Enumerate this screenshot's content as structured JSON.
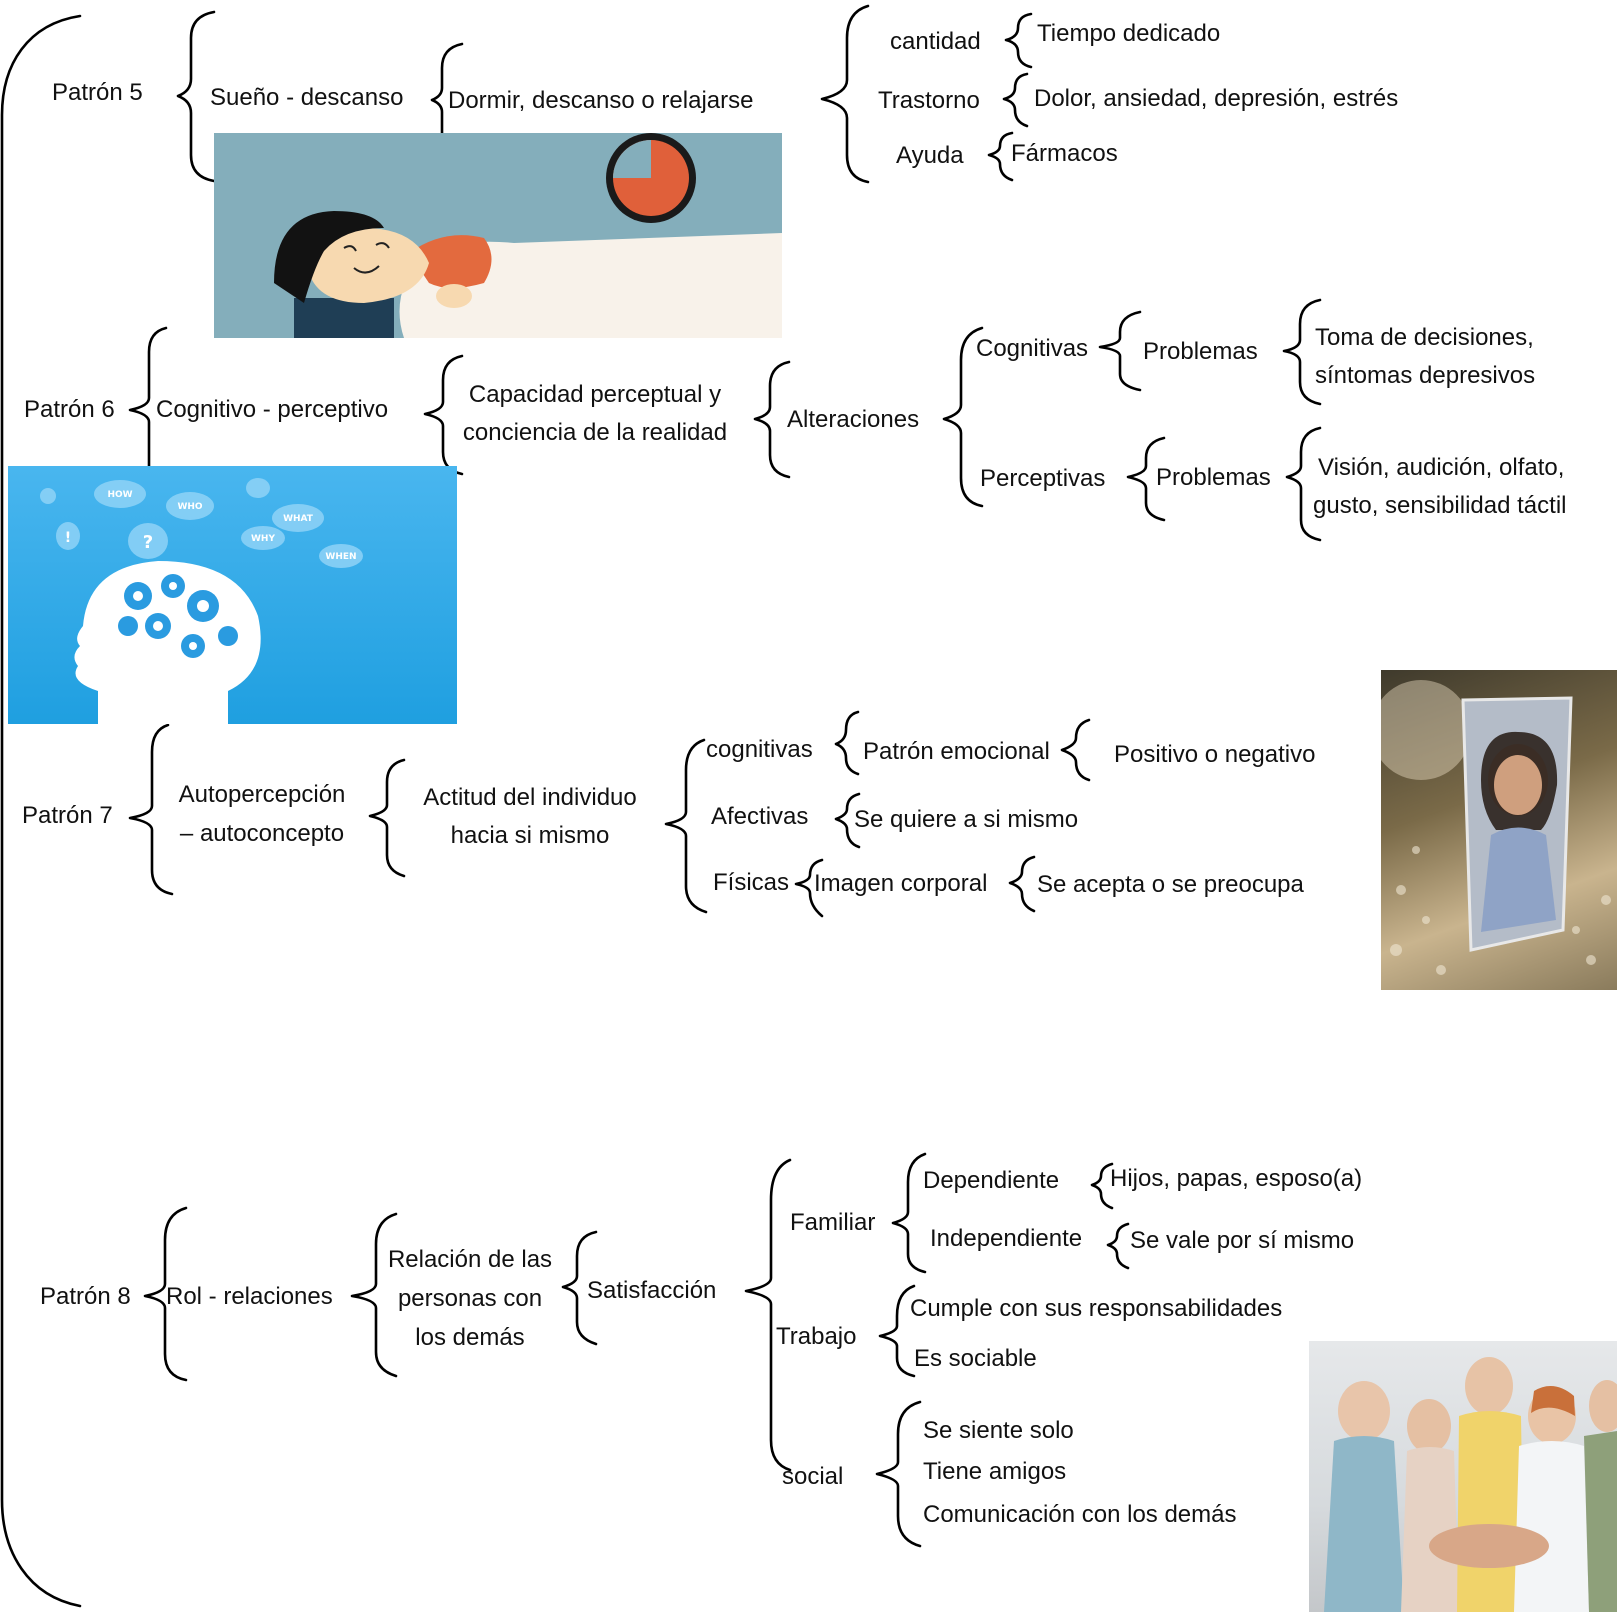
{
  "p5": {
    "label": "Patrón 5",
    "name": "Sueño - descanso",
    "desc": "Dormir, descanso o relajarse",
    "items": [
      {
        "key": "cantidad",
        "value": "Tiempo dedicado"
      },
      {
        "key": "Trastorno",
        "value": "Dolor, ansiedad, depresión, estrés"
      },
      {
        "key": "Ayuda",
        "value": "Fármacos"
      }
    ]
  },
  "p6": {
    "label": "Patrón 6",
    "name": "Cognitivo - perceptivo",
    "desc1": "Capacidad perceptual y",
    "desc2": "conciencia de la realidad",
    "alt": "Alteraciones",
    "cog": "Cognitivas",
    "cog_prob": "Problemas",
    "cog_det1": "Toma de decisiones,",
    "cog_det2": "síntomas depresivos",
    "per": "Perceptivas",
    "per_prob": "Problemas",
    "per_det1": "Visión, audición, olfato,",
    "per_det2": "gusto, sensibilidad táctil",
    "bubbles": [
      "HOW",
      "WHO",
      "WHAT",
      "WHY",
      "WHEN",
      "?",
      "!"
    ]
  },
  "p7": {
    "label": "Patrón 7",
    "name1": "Autopercepción",
    "name2": "– autoconcepto",
    "desc1": "Actitud del individuo",
    "desc2": "hacia si mismo",
    "cog": "cognitivas",
    "cog_sub": "Patrón emocional",
    "cog_det": "Positivo o negativo",
    "afe": "Afectivas",
    "afe_det": "Se quiere a si mismo",
    "fis": "Físicas",
    "fis_sub": "Imagen corporal",
    "fis_det": "Se acepta o se preocupa"
  },
  "p8": {
    "label": "Patrón 8",
    "name": "Rol - relaciones",
    "desc1": "Relación de las",
    "desc2": "personas con",
    "desc3": "los demás",
    "sat": "Satisfacción",
    "fam": "Familiar",
    "dep": "Dependiente",
    "dep_det": "Hijos, papas, esposo(a)",
    "ind": "Independiente",
    "ind_det": "Se vale por sí mismo",
    "trab": "Trabajo",
    "trab1": "Cumple con sus responsabilidades",
    "trab2": "Es sociable",
    "soc": "social",
    "soc1": "Se siente solo",
    "soc2": "Tiene amigos",
    "soc3": "Comunicación con los demás"
  },
  "colors": {
    "sleep_bg": "#84aebb",
    "clock_hand": "#e0603a",
    "brain_bg": "#1f9fe0",
    "gears": "#2a9be0"
  }
}
